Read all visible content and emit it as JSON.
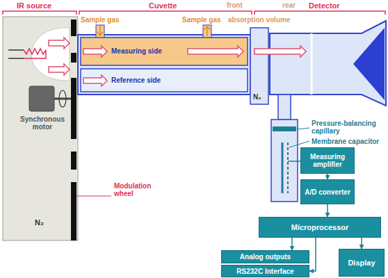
{
  "diagram": {
    "nodes": [
      {
        "text": [
          "Measuring amplifier"
        ]
      },
      {
        "text": [
          "A/D converter"
        ]
      },
      {
        "text": [
          "Microprocessor"
        ]
      },
      {
        "text": [
          "Analog outputs"
        ]
      },
      {
        "text": [
          "RS232C Interface"
        ]
      },
      {
        "text": [
          "Display"
        ]
      }
    ],
    "edges": [
      {
        "from": 0,
        "to": 1,
        "arrow": "to"
      },
      {
        "from": 1,
        "to": 2,
        "arrow": "to"
      },
      {
        "from": 2,
        "to": 3,
        "arrow": "to"
      },
      {
        "from": 2,
        "to": 4,
        "arrow": "to"
      },
      {
        "from": 2,
        "to": 5,
        "arrow": "to"
      }
    ],
    "labels": [
      "IR source",
      "Cuvette",
      "Detector",
      "Sample gas",
      "Sample gas",
      "front",
      "rear",
      "absorption volume",
      "Measuring side",
      "Reference side",
      "Synchronous motor",
      "N₂",
      "N₂",
      "Modulation wheel",
      "Pressure-balancing capillary",
      "Membrane capacitor"
    ]
  }
}
